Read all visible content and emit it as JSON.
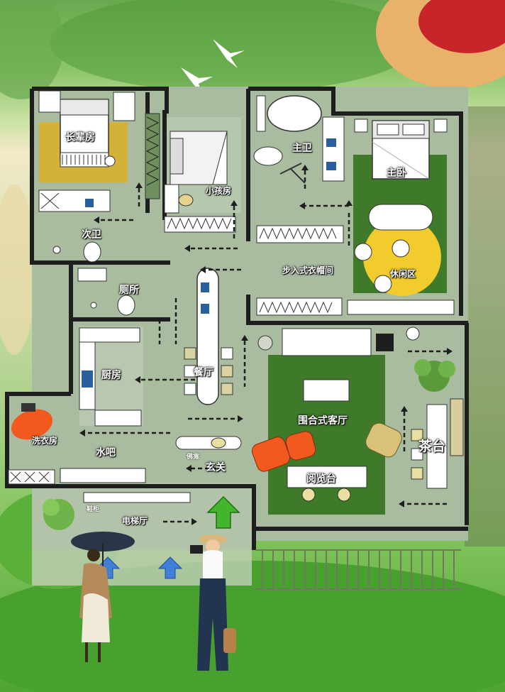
{
  "rooms": {
    "elder_room": "长辈房",
    "kids_room": "小孩房",
    "master_bath": "主卫",
    "master_bedroom": "主卧",
    "second_bath": "次卫",
    "walk_in_closet": "步入式衣帽间",
    "lounge": "休闲区",
    "toilet": "厕所",
    "dining": "餐厅",
    "kitchen": "厨房",
    "living_room": "围合式客厅",
    "tea_table": "茶台",
    "laundry": "洗衣房",
    "water_bar": "水吧",
    "shrine": "佛龛",
    "foyer": "玄关",
    "reading_desk": "阅览台",
    "elevator_hall": "电梯厅",
    "shoe_cabinet": "鞋柜"
  },
  "colors": {
    "floor": "#a9bca0",
    "wall": "#1e1e1e",
    "green_rug": "#3f7a2a",
    "yellow_rug": "#f2cc2c",
    "mustard_rug": "#d4b23a",
    "orange": "#f2591e",
    "arrow": "#1e1e1e",
    "entry_arrow_green": "#43b52d",
    "entry_arrow_blue": "#3f7fd6"
  }
}
